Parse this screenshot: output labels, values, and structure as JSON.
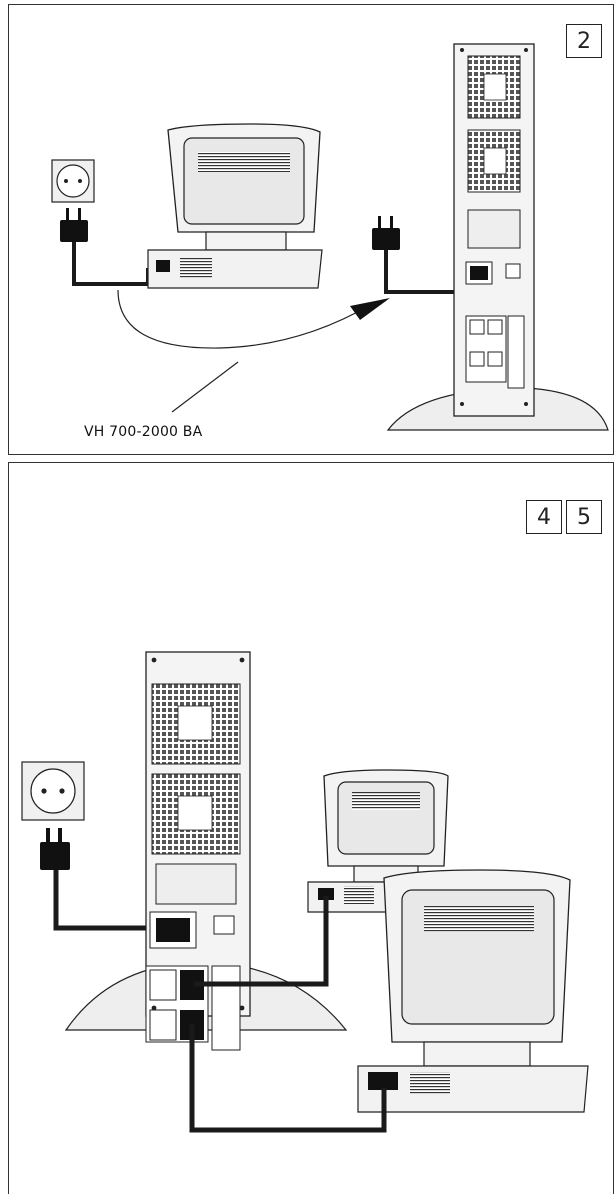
{
  "figure_top": {
    "step_label": "2",
    "cable_caption": "VH 700-2000 BA"
  },
  "figure_bottom": {
    "step_labels": [
      "4",
      "5"
    ]
  },
  "colors": {
    "line": "#222222",
    "cable": "#1a1a1a",
    "panel_fill": "#f4f4f4",
    "hatch": "#444444"
  },
  "icons": [
    "wall-socket-icon",
    "power-plug-icon",
    "computer-monitor-icon",
    "ups-tower-icon",
    "iec-outlet-icon"
  ]
}
